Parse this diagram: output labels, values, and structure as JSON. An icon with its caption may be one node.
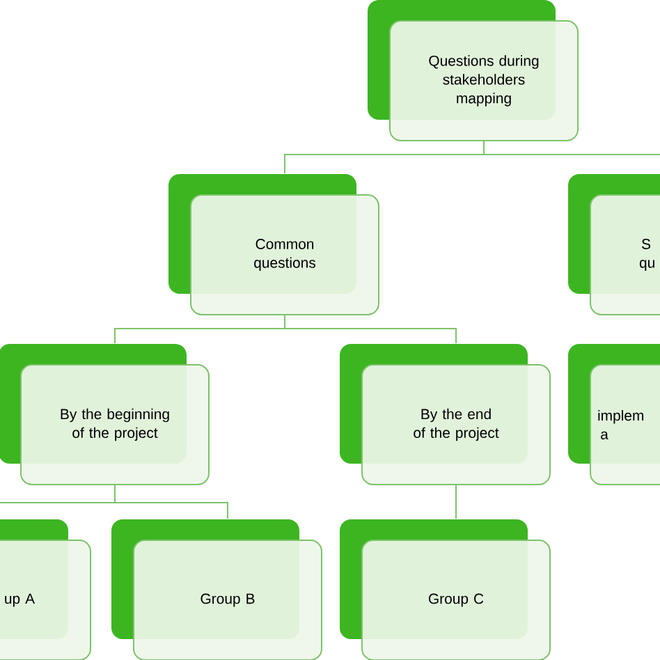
{
  "diagram": {
    "nodes": [
      {
        "text": [
          "Questions during stakeholders mapping"
        ]
      },
      {
        "text": [
          "Common questions"
        ]
      },
      {
        "text": [
          "S qu"
        ]
      },
      {
        "text": [
          "By the beginning of the project"
        ]
      },
      {
        "text": [
          "By the end of the project"
        ]
      },
      {
        "text": [
          "implem a"
        ]
      },
      {
        "text": [
          "up A"
        ]
      },
      {
        "text": [
          "Group B"
        ]
      },
      {
        "text": [
          "Group C"
        ]
      }
    ],
    "edges": [
      {
        "from": 0,
        "to": 1,
        "arrow": "none"
      },
      {
        "from": 0,
        "to": 2,
        "arrow": "none"
      },
      {
        "from": 1,
        "to": 3,
        "arrow": "none"
      },
      {
        "from": 1,
        "to": 4,
        "arrow": "none"
      },
      {
        "from": 3,
        "to": 6,
        "arrow": "none"
      },
      {
        "from": 3,
        "to": 7,
        "arrow": "none"
      },
      {
        "from": 4,
        "to": 8,
        "arrow": "none"
      }
    ]
  }
}
